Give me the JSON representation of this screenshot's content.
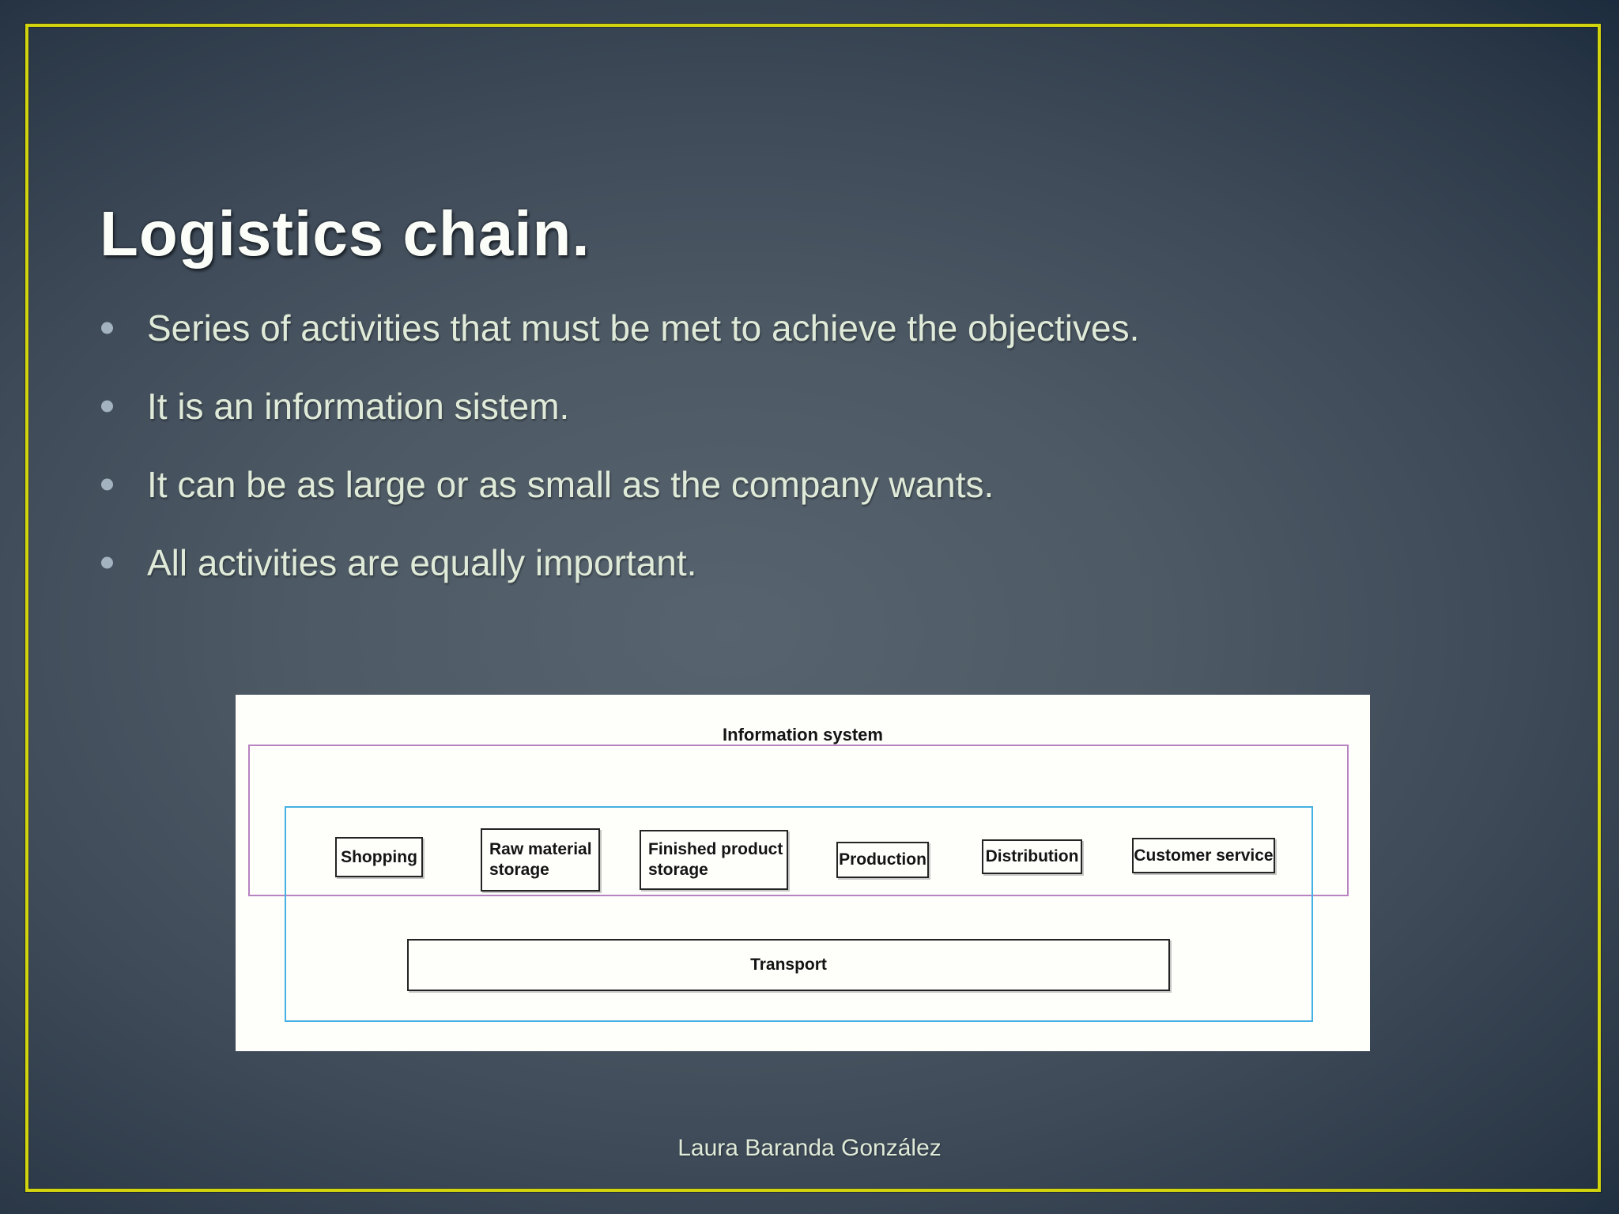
{
  "slide": {
    "title": "Logistics chain.",
    "bullets": [
      "Series of activities that must be met to achieve the objectives.",
      "It is an information sistem.",
      "It can be as large or as small as the company wants.",
      "All activities are equally important."
    ],
    "footer": "Laura Baranda González"
  },
  "diagram": {
    "system_label": "Information system",
    "boxes": [
      {
        "label": "Shopping"
      },
      {
        "label": "Raw material storage"
      },
      {
        "label": "Finished product storage"
      },
      {
        "label": "Production"
      },
      {
        "label": "Distribution"
      },
      {
        "label": "Customer service"
      }
    ],
    "transport_label": "Transport",
    "colors": {
      "outer_loop": "#b783c1",
      "inner_loop": "#45b0e3"
    }
  },
  "theme": {
    "frame_color": "#d2d40e",
    "title_color": "#fbfdf8",
    "body_text_color": "#e0ead8",
    "bullet_marker_color": "#a3b3c0"
  }
}
